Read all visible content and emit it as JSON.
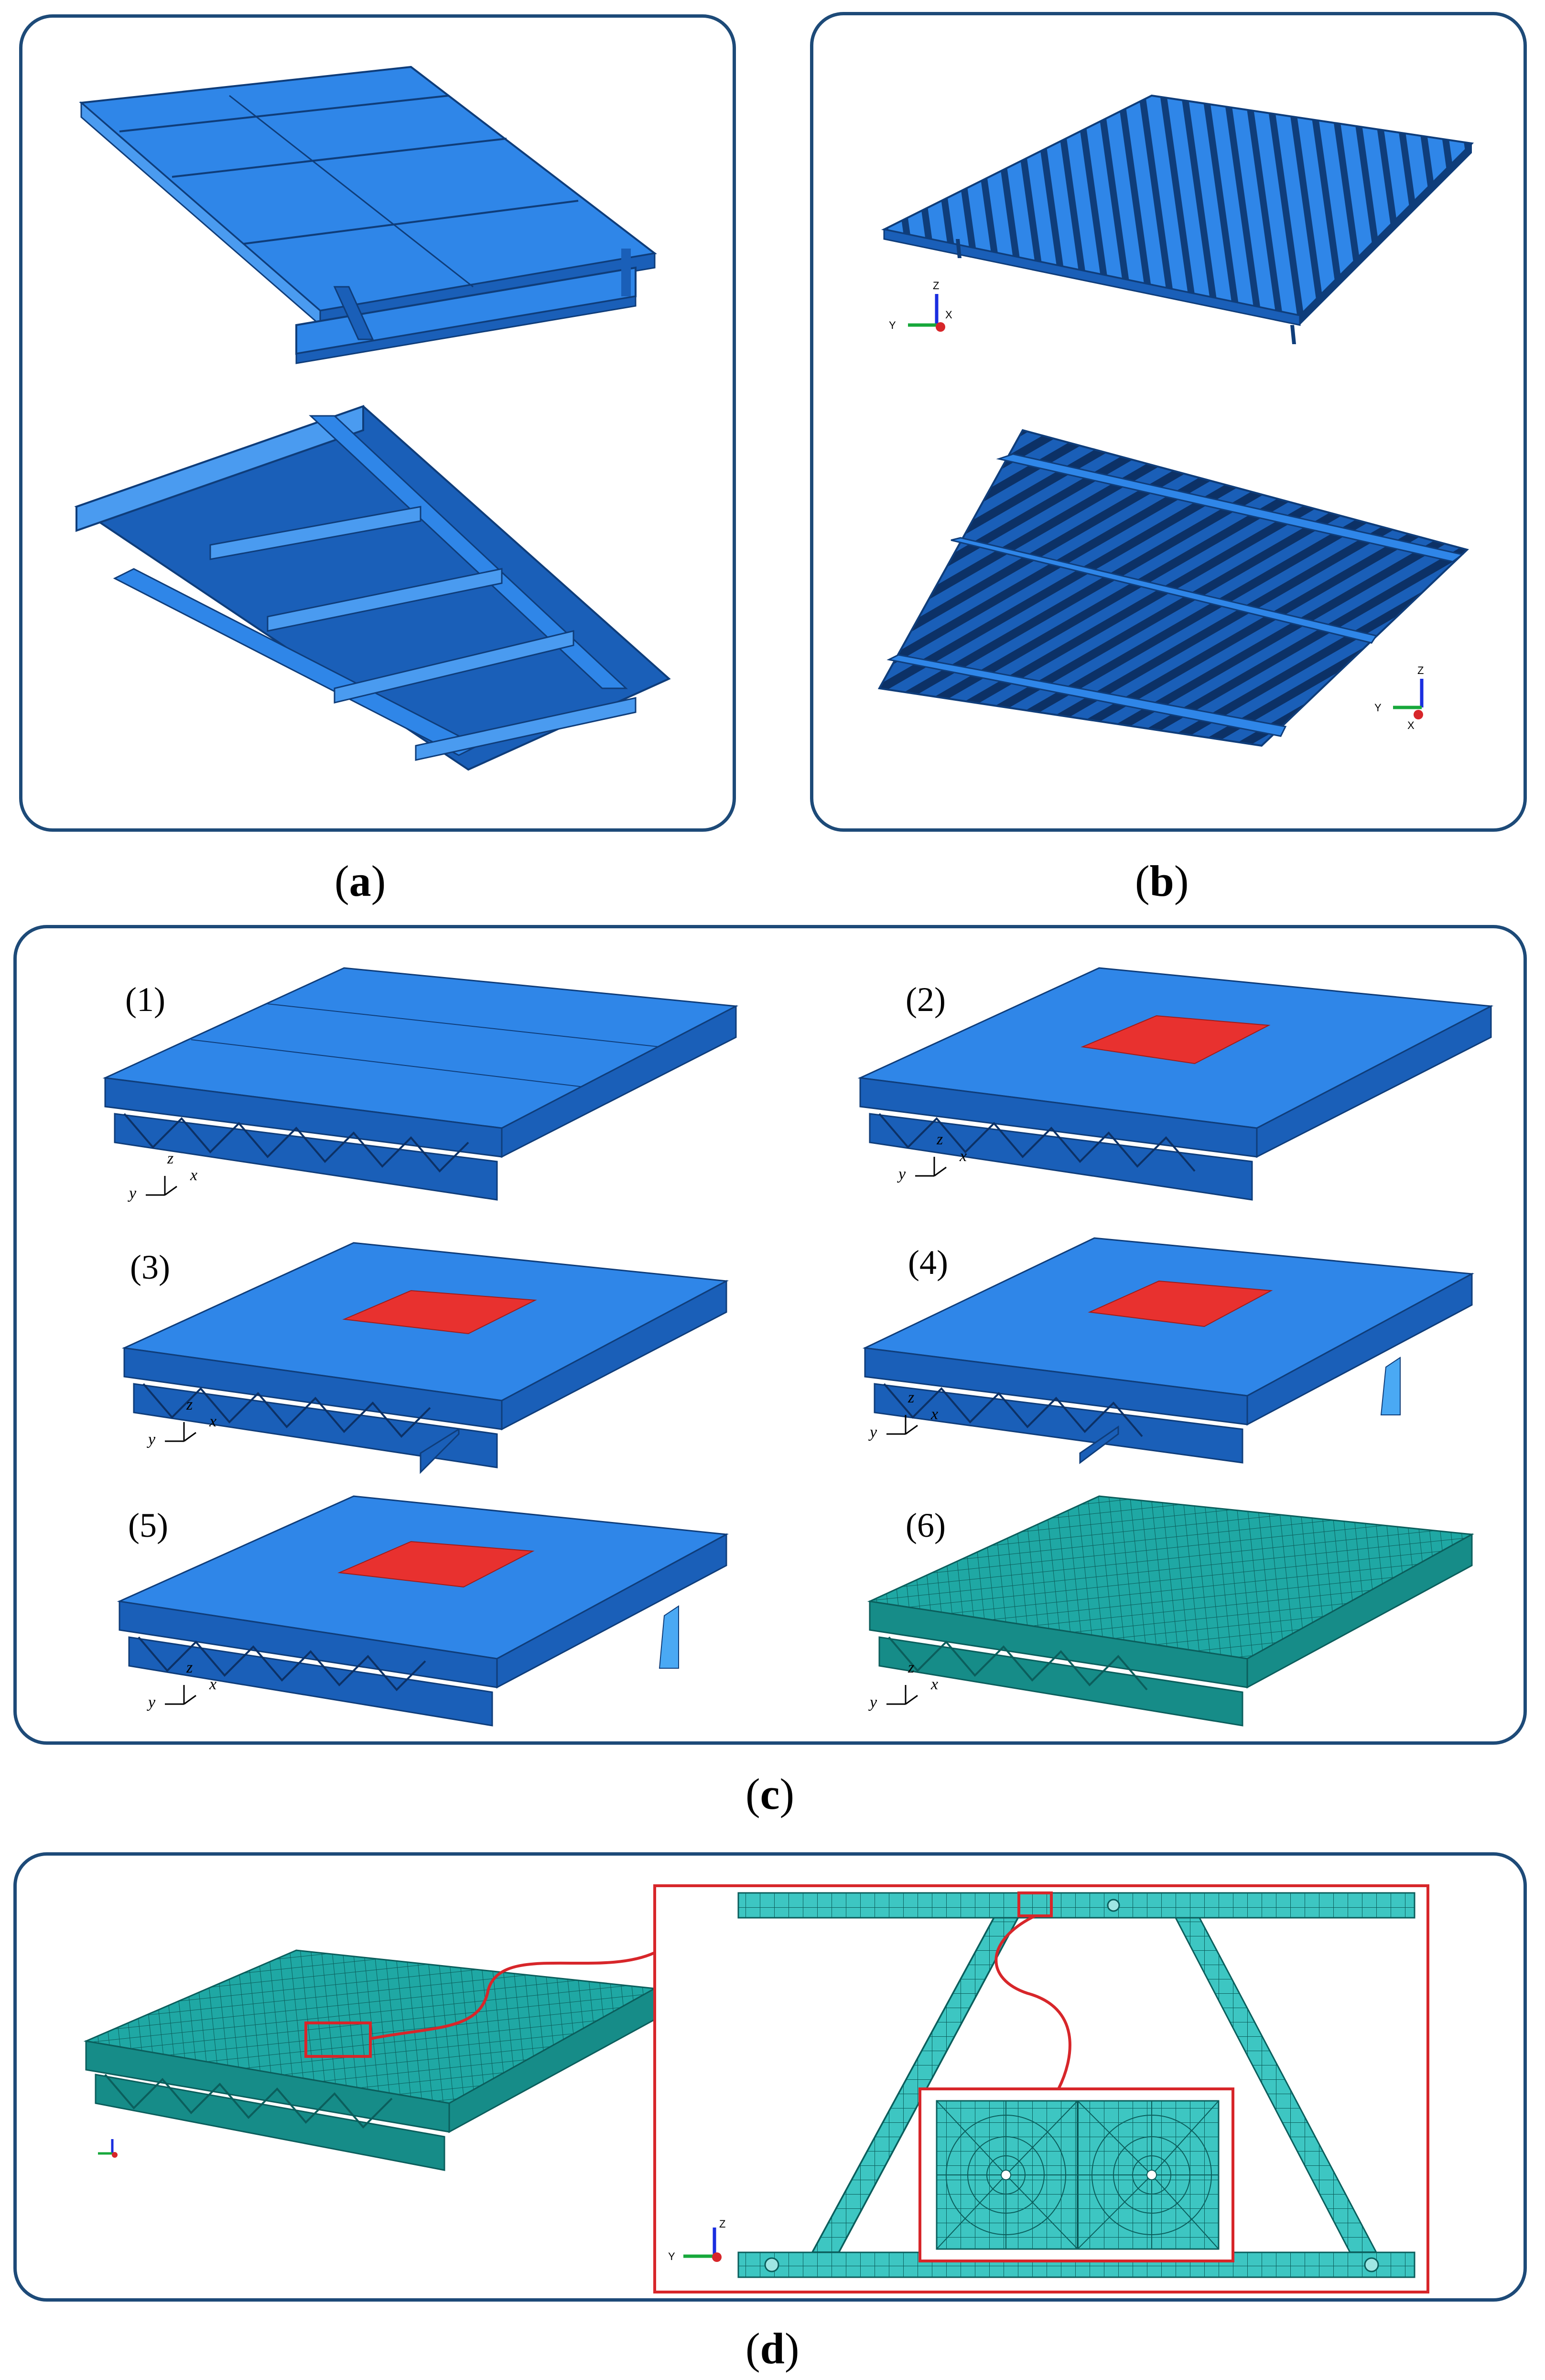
{
  "captions": {
    "a": "a",
    "b": "b",
    "c": "c",
    "d": "d"
  },
  "panel_c_labels": [
    "(1)",
    "(2)",
    "(3)",
    "(4)",
    "(5)",
    "(6)"
  ],
  "axes_italic": {
    "x": "x",
    "y": "y",
    "z": "z"
  },
  "axes_upper": {
    "x": "X",
    "y": "Y",
    "z": "Z"
  },
  "colors": {
    "frame": "#1d4a78",
    "steel_top": "#2f86e8",
    "steel_dark": "#1a5fb8",
    "steel_edge": "#0f3d7a",
    "load_patch": "#e8312f",
    "mesh": "#1fa8a4",
    "mesh_line": "#0b5e5c",
    "callout": "#d7262a"
  }
}
